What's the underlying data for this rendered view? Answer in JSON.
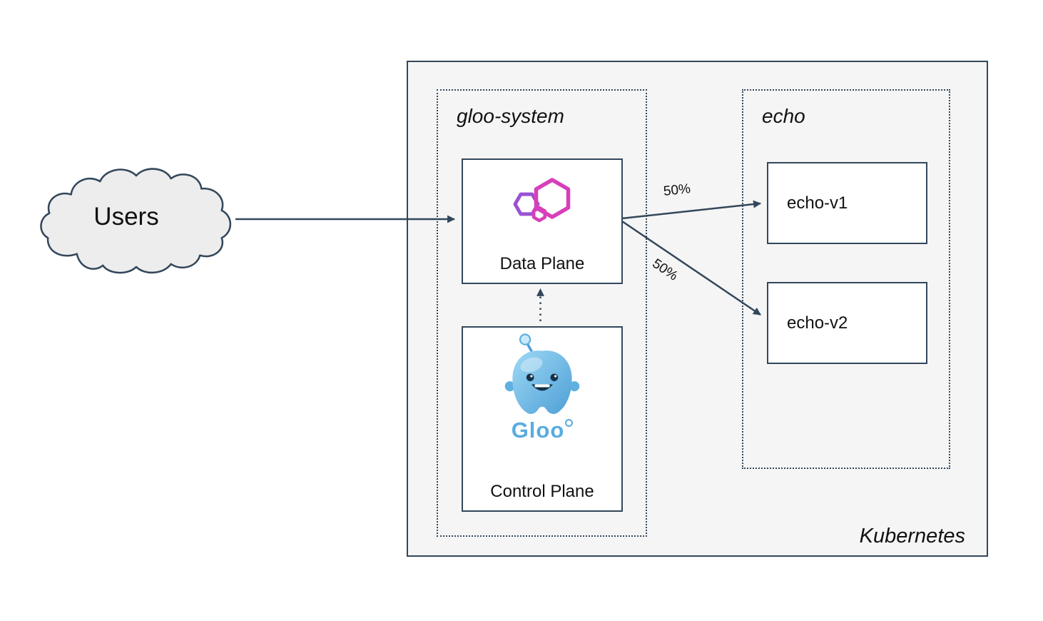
{
  "nodes": {
    "users": {
      "label": "Users"
    },
    "kubernetes_cluster": {
      "label": "Kubernetes"
    },
    "gloo_system_namespace": {
      "label": "gloo-system"
    },
    "data_plane": {
      "label": "Data Plane"
    },
    "control_plane": {
      "label": "Control Plane",
      "logo_wordmark": "Gloo"
    },
    "echo_namespace": {
      "label": "echo"
    },
    "echo_v1": {
      "label": "echo-v1"
    },
    "echo_v2": {
      "label": "echo-v2"
    }
  },
  "edges": {
    "data_plane_to_echo_v1": {
      "label": "50%"
    },
    "data_plane_to_echo_v2": {
      "label": "50%"
    }
  },
  "colors": {
    "stroke": "#33475b",
    "cluster_fill": "#f5f5f5",
    "cloud_fill": "#ededed",
    "node_fill": "#ffffff",
    "gloo_pink": "#d83fba",
    "gloo_purple": "#9a52d3",
    "mascot_blue": "#5fb0e0",
    "logo_blue": "#58ace0"
  }
}
